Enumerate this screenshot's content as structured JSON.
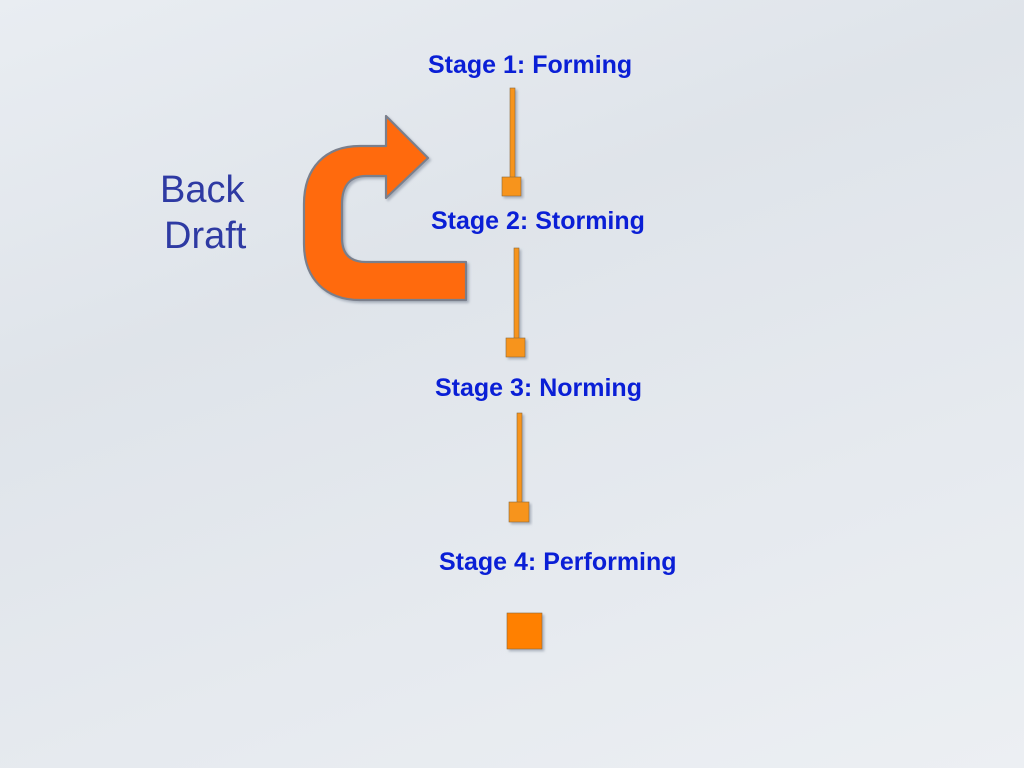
{
  "diagram": {
    "stages": [
      {
        "label": "Stage 1: Forming"
      },
      {
        "label": "Stage 2: Storming"
      },
      {
        "label": "Stage 3: Norming"
      },
      {
        "label": "Stage 4: Performing"
      }
    ],
    "back_draft": {
      "line1": "Back",
      "line2": "Draft"
    },
    "colors": {
      "label_text": "#0a1fd6",
      "back_draft_text": "#2e3aa3",
      "connector_fill": "#f7941d",
      "arrow_fill": "#ff6600",
      "outline": "#6e7a8c"
    },
    "icons": {
      "back_arrow": "curved-return-arrow-icon",
      "terminal_marker": "square-marker-icon"
    }
  }
}
